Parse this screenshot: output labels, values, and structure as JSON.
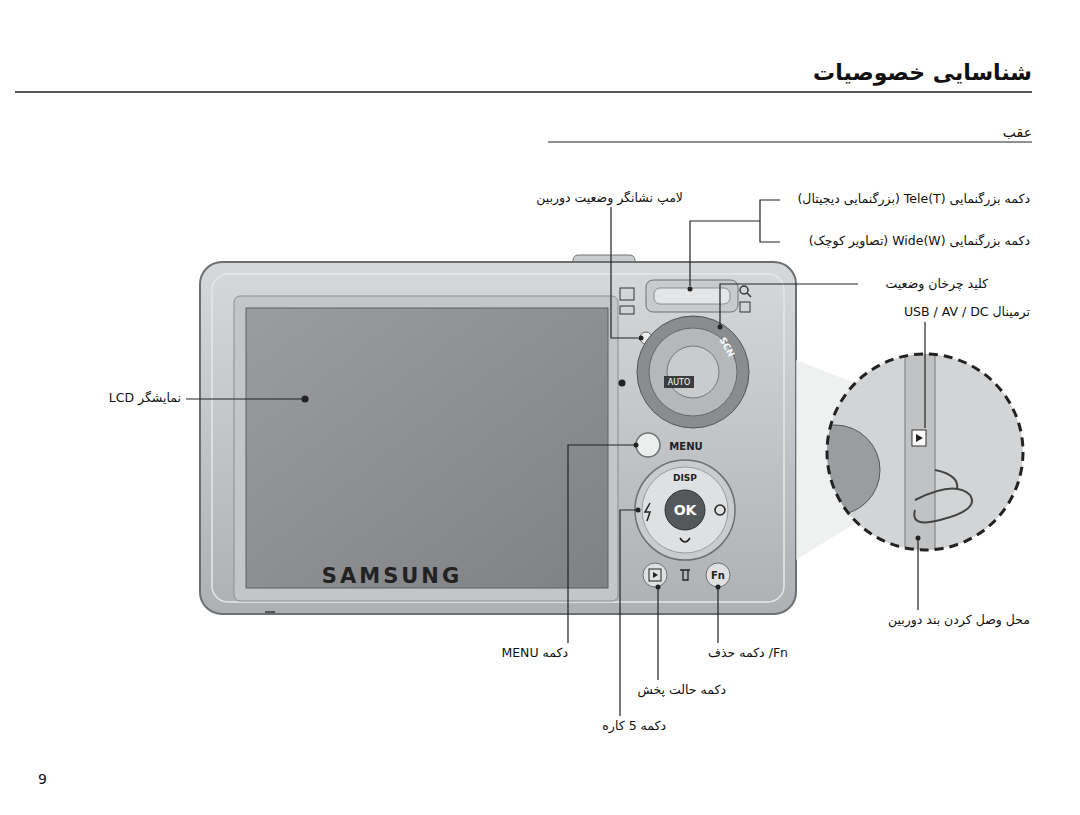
{
  "diagram": {
    "title": "شناسایی خصوصیات",
    "labels": [
      "عقب",
      "لامپ نشانگر وضعیت دوربین",
      "دکمه بزرگنمایی Tele(T) (بزرگنمایی دیجیتال)",
      "دکمه بزرگنمایی Wide(W) (تصاویر کوچک)",
      "کلید چرخان وضعیت",
      "ترمینال USB / AV / DC",
      "نمایشگر LCD",
      "محل وصل کردن بند دوربین",
      "دکمه MENU",
      "Fn/ دکمه حذف",
      "دکمه حالت پخش",
      "دکمه 5 کاره",
      "SAMSUNG",
      "MENU",
      "DISP",
      "OK",
      "Fn",
      "AUTO",
      "SCN",
      "9"
    ]
  }
}
